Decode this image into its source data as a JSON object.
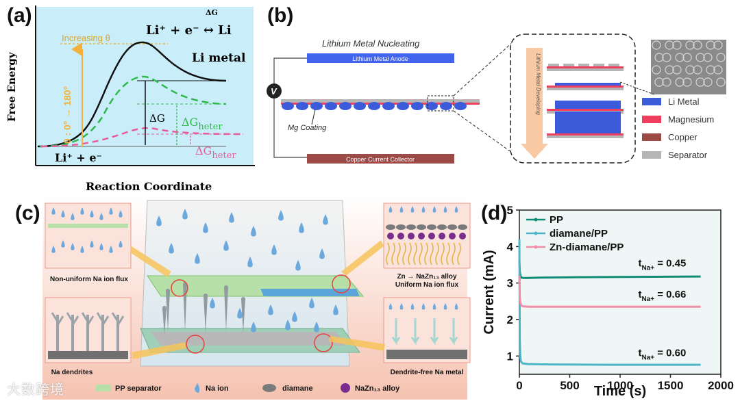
{
  "panel_a": {
    "label": "(a)",
    "y_axis": "Free Energy",
    "x_axis": "Reaction Coordinate",
    "equation": "Li⁺ + e⁻ ↔ Li",
    "equation_dg": "ΔG",
    "increasing": "Increasing θ",
    "theta_range": "θ : 0° → 180°",
    "li_metal": "Li metal",
    "dg": "ΔG",
    "dg_heter_1": "ΔG",
    "dg_heter_2": "ΔG",
    "heter_sub": "heter",
    "reactant": "Li⁺ + e⁻",
    "colors": {
      "bg": "#c9eef9",
      "black": "#111111",
      "green": "#2db84a",
      "pink": "#e85a9a",
      "orange": "#f3b13c"
    }
  },
  "panel_b": {
    "label": "(b)",
    "nucleating": "Lithium Metal Nucleating",
    "anode": "Lithium Metal Anode",
    "collector": "Copper Current Collector",
    "mg_coating": "Mg Coating",
    "v_symbol": "V",
    "developing": "Lithium Metal Developing",
    "legend": [
      {
        "label": "Li Metal",
        "color": "#3b5bdb"
      },
      {
        "label": "Magnesium",
        "color": "#f03e5e"
      },
      {
        "label": "Copper",
        "color": "#9b4a45"
      },
      {
        "label": "Separator",
        "color": "#b5b5b5"
      }
    ]
  },
  "panel_c": {
    "label": "(c)",
    "nonuniform": "Non-uniform Na ion flux",
    "alloy_line1": "Zn → NaZn₁₃ alloy",
    "alloy_line2": "Uniform Na ion flux",
    "dendrites": "Na dendrites",
    "dendrite_free": "Dendrite-free Na metal",
    "legend": [
      {
        "label": "PP separator"
      },
      {
        "label": "Na ion"
      },
      {
        "label": "diamane"
      },
      {
        "label": "NaZn₁₃ alloy"
      }
    ]
  },
  "panel_d": {
    "label": "(d)",
    "chart_data": {
      "type": "line",
      "xlabel": "Time (s)",
      "ylabel": "Current (mA)",
      "xlim": [
        0,
        2000
      ],
      "ylim": [
        0.5,
        5
      ],
      "xticks": [
        0,
        500,
        1000,
        1500,
        2000
      ],
      "yticks": [
        1,
        2,
        3,
        4,
        5
      ],
      "xtick_labels": [
        "0",
        "500",
        "1000",
        "1500",
        "2000"
      ],
      "ytick_labels": [
        "1",
        "2",
        "3",
        "4",
        "5"
      ],
      "legend_placement": "top-left",
      "series": [
        {
          "name": "PP",
          "color": "#0f8a74",
          "x": [
            0,
            5,
            10,
            20,
            40,
            80,
            200,
            600,
            1200,
            1800
          ],
          "y": [
            3.6,
            3.3,
            3.2,
            3.15,
            3.14,
            3.14,
            3.15,
            3.16,
            3.17,
            3.18
          ]
        },
        {
          "name": "diamane/PP",
          "color": "#4fb3c8",
          "x": [
            0,
            4,
            8,
            15,
            30,
            80,
            300,
            900,
            1800
          ],
          "y": [
            4.2,
            1.5,
            1.0,
            0.85,
            0.8,
            0.78,
            0.77,
            0.76,
            0.76
          ]
        },
        {
          "name": "Zn-diamane/PP",
          "color": "#ef8ea6",
          "x": [
            0,
            5,
            10,
            20,
            40,
            100,
            500,
            1200,
            1800
          ],
          "y": [
            3.2,
            2.6,
            2.45,
            2.38,
            2.36,
            2.35,
            2.35,
            2.35,
            2.35
          ]
        }
      ],
      "annotations": [
        {
          "text": "t",
          "sub": "Na+",
          "value": " = 0.45"
        },
        {
          "text": "t",
          "sub": "Na+",
          "value": " = 0.66"
        },
        {
          "text": "t",
          "sub": "Na+",
          "value": " = 0.60"
        }
      ]
    }
  },
  "watermark": "大数跨境"
}
